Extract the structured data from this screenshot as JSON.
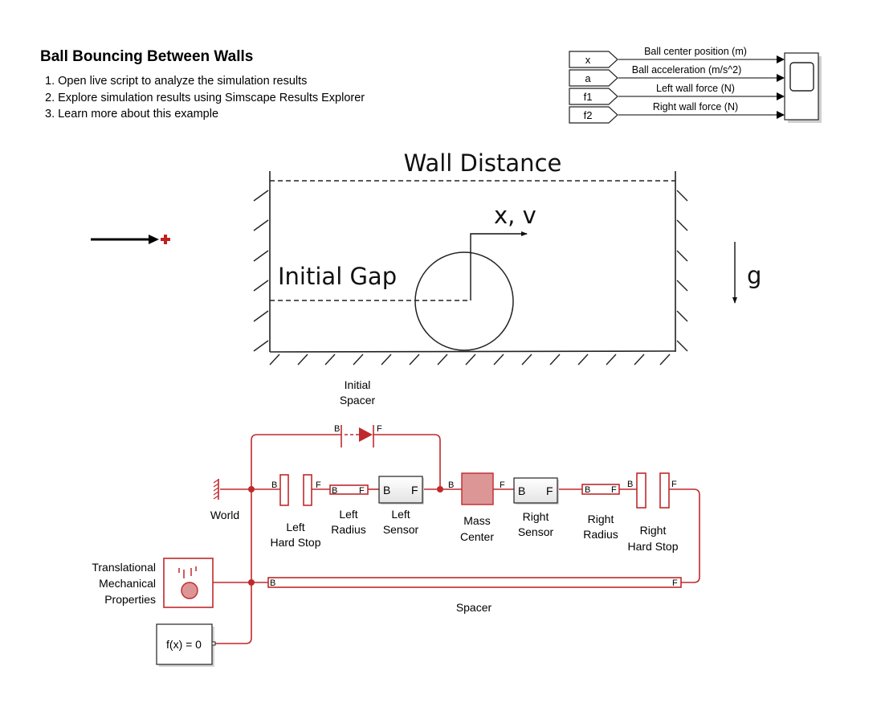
{
  "header": {
    "title": "Ball Bouncing Between Walls",
    "steps": [
      "1. Open live script to analyze the simulation results",
      "2. Explore simulation results using Simscape Results Explorer",
      "3. Learn more about this example"
    ]
  },
  "scope_panel": {
    "signals": [
      {
        "tag": "x",
        "label": "Ball center position (m)"
      },
      {
        "tag": "a",
        "label": "Ball acceleration (m/s^2)"
      },
      {
        "tag": "f1",
        "label": "Left wall force (N)"
      },
      {
        "tag": "f2",
        "label": "Right wall force (N)"
      }
    ],
    "scope_icon": "scope-icon"
  },
  "schematic": {
    "wall_distance_label": "Wall Distance",
    "initial_gap_label": "Initial Gap",
    "position_label": "x, v",
    "gravity_label": "g"
  },
  "colors": {
    "mechanical_line": "#c0292b",
    "mass_fill": "#dc9696",
    "diagram_ink": "#222222"
  },
  "blocks": {
    "initial_spacer": {
      "name_line1": "Initial",
      "name_line2": "Spacer"
    },
    "world": {
      "name": "World"
    },
    "left_hard_stop": {
      "name_line1": "Left",
      "name_line2": "Hard Stop"
    },
    "left_radius": {
      "name_line1": "Left",
      "name_line2": "Radius"
    },
    "left_sensor": {
      "name_line1": "Left",
      "name_line2": "Sensor"
    },
    "mass_center": {
      "name_line1": "Mass",
      "name_line2": "Center"
    },
    "right_sensor": {
      "name_line1": "Right",
      "name_line2": "Sensor"
    },
    "right_radius": {
      "name_line1": "Right",
      "name_line2": "Radius"
    },
    "right_hard_stop": {
      "name_line1": "Right",
      "name_line2": "Hard Stop"
    },
    "spacer": {
      "name": "Spacer"
    },
    "mech_props": {
      "name_line1": "Translational",
      "name_line2": "Mechanical",
      "name_line3": "Properties"
    },
    "solver": {
      "label": "f(x) = 0"
    }
  },
  "ports": {
    "b": "B",
    "f": "F"
  }
}
